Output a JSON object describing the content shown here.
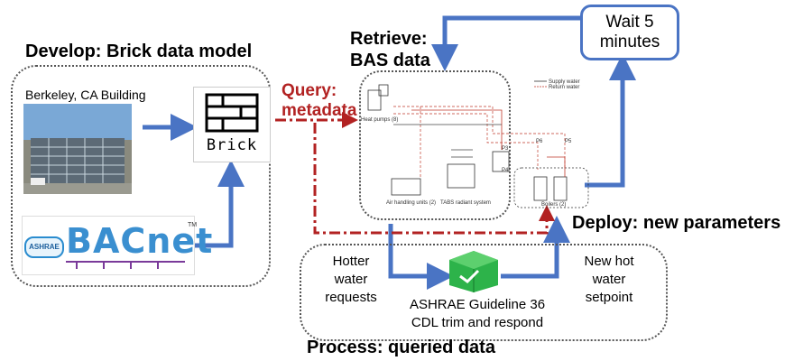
{
  "develop": {
    "title": "Develop: Brick data model",
    "building_caption": "Berkeley, CA Building",
    "brick_word": "Brick",
    "bacnet_word": "BACnet",
    "ashrae_badge": "ASHRAE",
    "trademark": "TM"
  },
  "retrieve": {
    "title_line1": "Retrieve:",
    "title_line2": "BAS data"
  },
  "query": {
    "line1": "Query:",
    "line2": "metadata"
  },
  "wait": {
    "line1": "Wait 5",
    "line2": "minutes"
  },
  "deploy": {
    "title": "Deploy: new parameters"
  },
  "process": {
    "title": "Process: queried data",
    "left_line1": "Hotter",
    "left_line2": "water",
    "left_line3": "requests",
    "right_line1": "New hot",
    "right_line2": "water",
    "right_line3": "setpoint",
    "center_line1": "ASHRAE Guideline 36",
    "center_line2": "CDL trim and respond"
  },
  "schematic": {
    "heat_pumps": "Heat pumps (8)",
    "air_handling": "Air handling units (2)",
    "tabs": "TABS radiant system",
    "boilers": "Boilers (2)",
    "supply": "Supply water",
    "return": "Return water",
    "p6": "P6",
    "p5": "P5",
    "p3": "P3",
    "p4": "P4"
  },
  "colors": {
    "arrow_blue": "#4a74c4",
    "query_red": "#b22222",
    "box_green": "#2db34a"
  }
}
